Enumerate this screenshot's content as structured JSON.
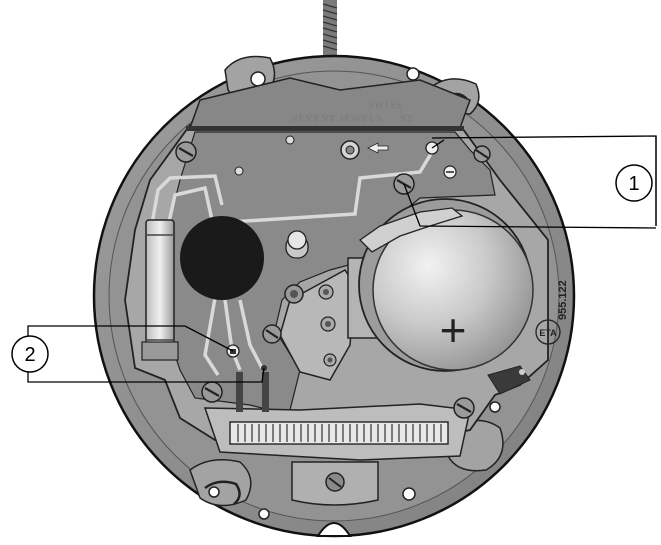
{
  "callouts": [
    {
      "label": "1"
    },
    {
      "label": "2"
    }
  ],
  "engravings": {
    "bridge_line1": "SWISS",
    "bridge_line2": "SEVENT JEWELS",
    "bridge_line3": "ST",
    "caliber": "955.122",
    "logo": "ETA"
  },
  "battery_symbol": "+",
  "colors": {
    "case": "#8f8f8f",
    "case_dark": "#6b6b6b",
    "plate": "#a9a9a9",
    "bridge": "#7c7c7c",
    "dark_bar": "#404040",
    "battery": "#c4c4c4",
    "magnet": "#1a1a1a"
  }
}
